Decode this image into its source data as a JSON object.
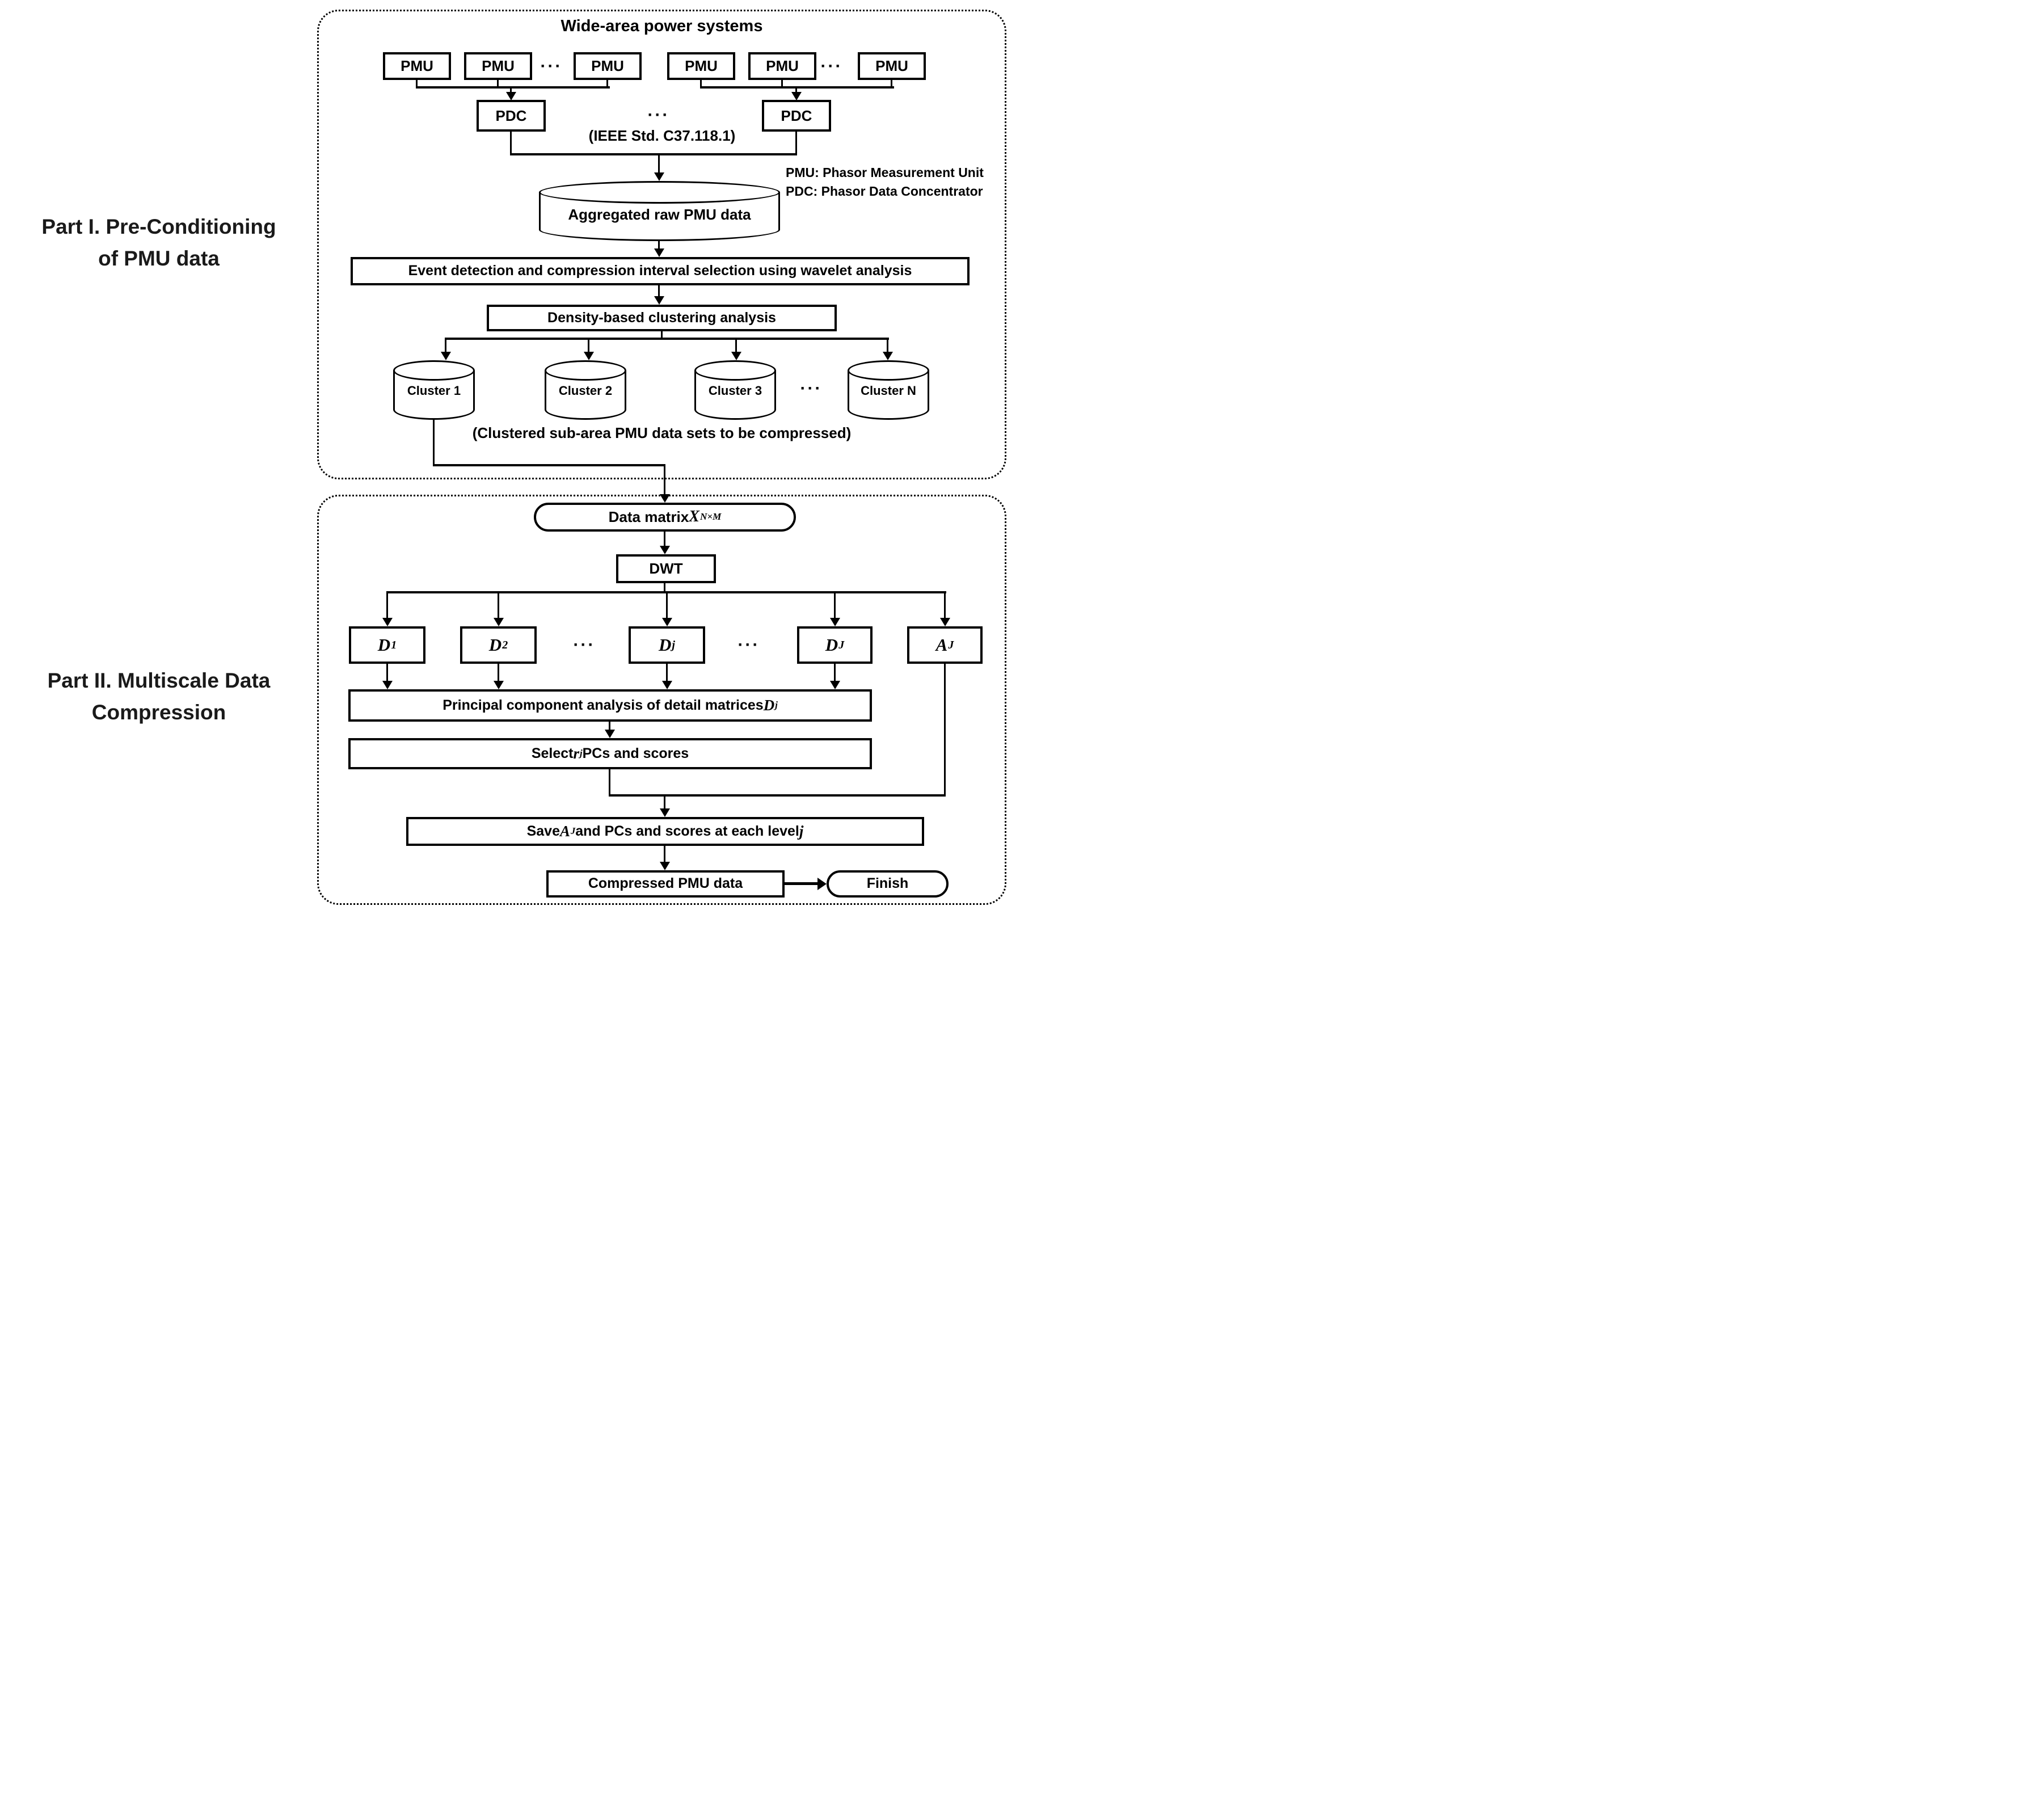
{
  "common": {
    "dots": "···"
  },
  "part1": {
    "side_label": [
      "Part I. Pre-Conditioning",
      "of PMU data"
    ],
    "title": "Wide-area power systems",
    "pmu_label": "PMU",
    "pdc_label": "PDC",
    "ieee_note": "(IEEE Std. C37.118.1)",
    "legend_line1": "PMU: Phasor Measurement Unit",
    "legend_line2": "PDC: Phasor Data Concentrator",
    "aggregated_label": "Aggregated raw PMU data",
    "event_box": "Event detection and compression interval selection using wavelet analysis",
    "density_box": "Density-based clustering analysis",
    "clusters": [
      "Cluster 1",
      "Cluster 2",
      "Cluster 3",
      "Cluster N"
    ],
    "clustered_note": "(Clustered sub-area PMU data sets to be compressed)"
  },
  "part2": {
    "side_label": [
      "Part II. Multiscale Data",
      "Compression"
    ],
    "data_matrix": {
      "prefix": "Data matrix ",
      "var": "X",
      "sub": "N×M"
    },
    "dwt_label": "DWT",
    "d_boxes": [
      {
        "var": "D",
        "sub": "1"
      },
      {
        "var": "D",
        "sub": "2"
      },
      {
        "var": "D",
        "sub": "j"
      },
      {
        "var": "D",
        "sub": "J"
      },
      {
        "var": "A",
        "sub": "J"
      }
    ],
    "pca_box": {
      "prefix": "Principal component analysis of detail matrices ",
      "var": "D",
      "sub": "j"
    },
    "select_box": {
      "prefix": "Select ",
      "var": "r",
      "sub": "j",
      "suffix": " PCs and scores"
    },
    "save_box": {
      "prefix": "Save ",
      "var": "A",
      "sub": "J",
      "mid": " and PCs and scores at each level ",
      "var2": "j"
    },
    "compressed_box": "Compressed PMU data",
    "finish_label": "Finish"
  }
}
